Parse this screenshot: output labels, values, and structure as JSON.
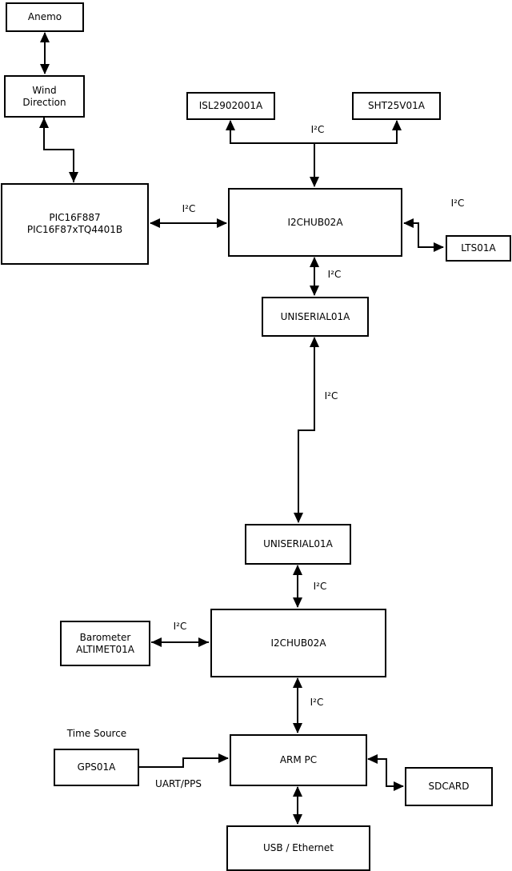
{
  "diagram": {
    "nodes": {
      "anemo": {
        "label": "Anemo"
      },
      "wind_direction": {
        "line1": "Wind",
        "line2": "Direction"
      },
      "pic": {
        "line1": "PIC16F887",
        "line2": "PIC16F87xTQ4401B"
      },
      "isl": {
        "label": "ISL2902001A"
      },
      "sht": {
        "label": "SHT25V01A"
      },
      "i2chub_top": {
        "label": "I2CHUB02A"
      },
      "lts": {
        "label": "LTS01A"
      },
      "uniserial_top": {
        "label": "UNISERIAL01A"
      },
      "uniserial_bottom": {
        "label": "UNISERIAL01A"
      },
      "i2chub_bottom": {
        "label": "I2CHUB02A"
      },
      "barometer": {
        "line1": "Barometer",
        "line2": "ALTIMET01A"
      },
      "gps": {
        "label": "GPS01A"
      },
      "arm_pc": {
        "label": "ARM PC"
      },
      "sdcard": {
        "label": "SDCARD"
      },
      "usb_ethernet": {
        "label": "USB / Ethernet"
      }
    },
    "edge_labels": {
      "i2c": "I²C",
      "uart_pps": "UART/PPS",
      "time_source": "Time Source"
    },
    "colors": {
      "line": "#000000",
      "box_fill": "#ffffff",
      "background": "#ffffff",
      "text": "#000000"
    }
  }
}
